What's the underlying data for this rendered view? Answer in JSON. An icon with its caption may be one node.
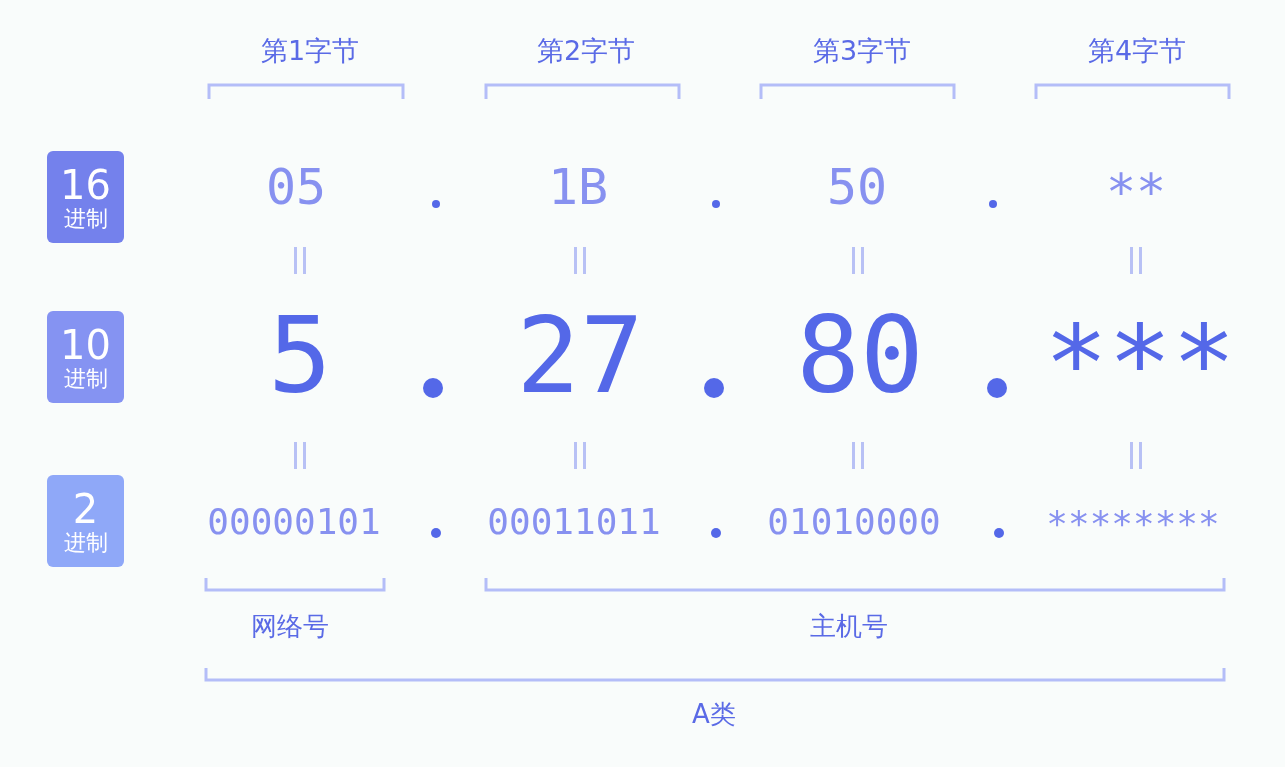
{
  "diagram": {
    "nodes": [
      {
        "text": [
          "16",
          "进制"
        ]
      },
      {
        "text": [
          "10",
          "进制"
        ]
      },
      {
        "text": [
          "2",
          "进制"
        ]
      }
    ],
    "labels": [
      "第1字节",
      "第2字节",
      "第3字节",
      "第4字节",
      "05",
      "1B",
      "50",
      "**",
      "5",
      "27",
      "80",
      "***",
      "00000101",
      "00011011",
      "01010000",
      "********",
      "网络号",
      "主机号",
      "A类"
    ]
  }
}
